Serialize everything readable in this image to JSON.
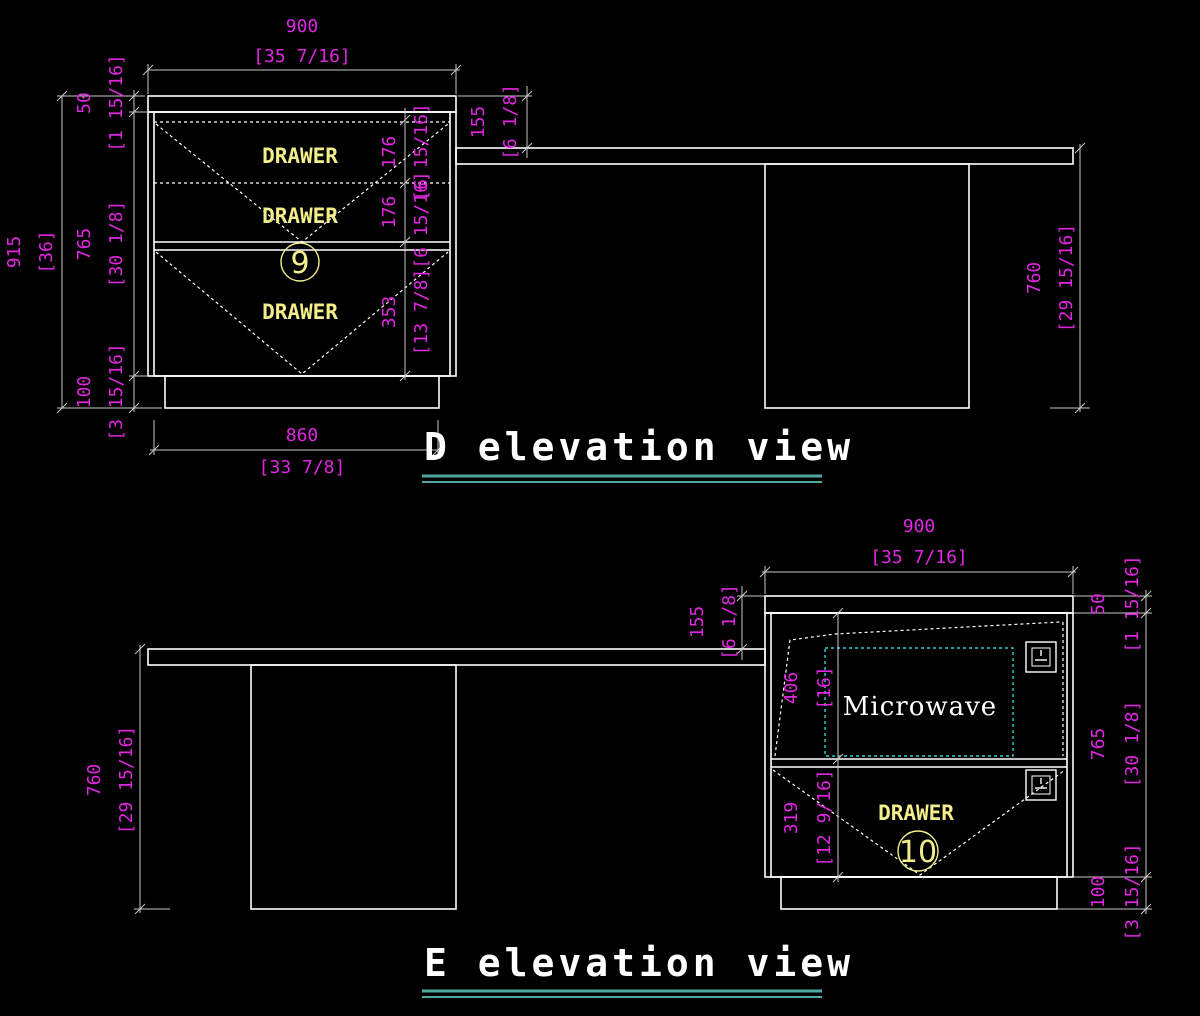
{
  "colors": {
    "background": "#000000",
    "geometry": "#ffffff",
    "dimension_text": "#e026e0",
    "label_text": "#f2ee8c",
    "title_underline": "#4fa8a0",
    "appliance_outline": "#2fd0d0"
  },
  "d_view": {
    "title": "D elevation view",
    "width_top": {
      "mm": "900",
      "in": "[35 7/16]"
    },
    "width_bottom": {
      "mm": "860",
      "in": "[33 7/8]"
    },
    "total_height": {
      "mm": "915",
      "in": "[36]"
    },
    "top_thickness": {
      "mm": "50",
      "in": "[1 15/16]"
    },
    "carcass_height": {
      "mm": "765",
      "in": "[30 1/8]"
    },
    "plinth_height": {
      "mm": "100",
      "in": "[3 15/16]"
    },
    "drawer1_height": {
      "mm": "176",
      "in": "[6 15/16]"
    },
    "drawer2_height": {
      "mm": "176",
      "in": "[6 15/16]"
    },
    "drawer3_height": {
      "mm": "353",
      "in": "[13 7/8]"
    },
    "desk_drop": {
      "mm": "155",
      "in": "[6 1/8]"
    },
    "desk_height": {
      "mm": "760",
      "in": "[29 15/16]"
    },
    "drawer_labels": [
      "DRAWER",
      "DRAWER",
      "DRAWER"
    ],
    "tag_number": "9"
  },
  "e_view": {
    "title": "E elevation view",
    "width_top": {
      "mm": "900",
      "in": "[35 7/16]"
    },
    "top_thickness": {
      "mm": "50",
      "in": "[1 15/16]"
    },
    "carcass_height": {
      "mm": "765",
      "in": "[30 1/8]"
    },
    "plinth_height": {
      "mm": "100",
      "in": "[3 15/16]"
    },
    "desk_drop": {
      "mm": "155",
      "in": "[6 1/8]"
    },
    "desk_height": {
      "mm": "760",
      "in": "[29 15/16]"
    },
    "microwave_bay": {
      "mm": "406",
      "in": "[16]"
    },
    "drawer_height": {
      "mm": "319",
      "in": "[12 9/16]"
    },
    "microwave_label": "Microwave",
    "drawer_label": "DRAWER",
    "tag_number": "10"
  }
}
